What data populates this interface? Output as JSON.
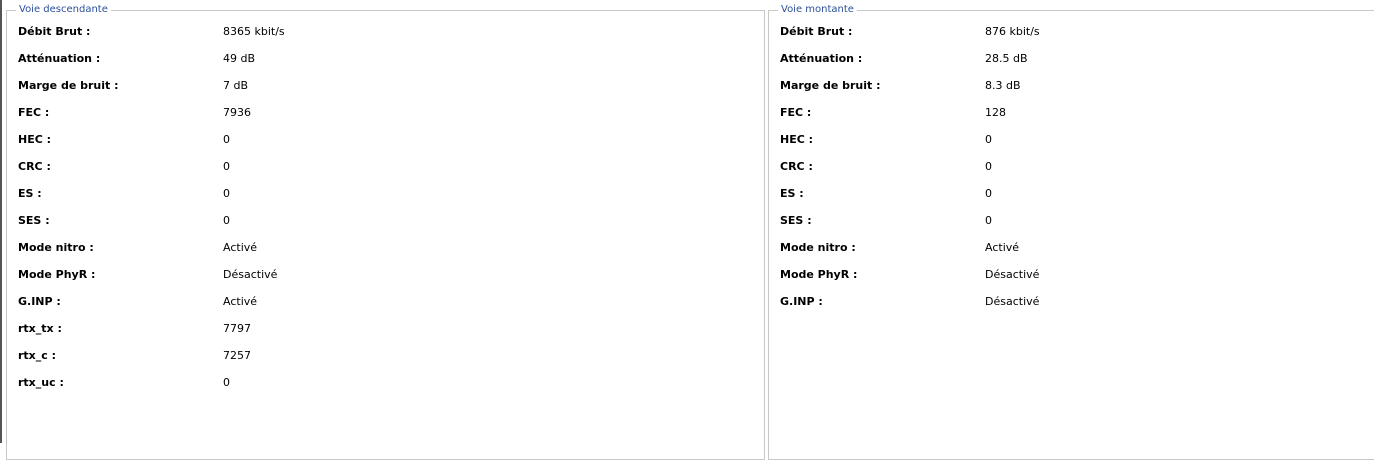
{
  "downstream": {
    "title": "Voie descendante",
    "rows": [
      {
        "label": "Débit Brut :",
        "value": "8365 kbit/s"
      },
      {
        "label": "Atténuation :",
        "value": "49 dB"
      },
      {
        "label": "Marge de bruit :",
        "value": "7 dB"
      },
      {
        "label": "FEC :",
        "value": "7936"
      },
      {
        "label": "HEC :",
        "value": "0"
      },
      {
        "label": "CRC :",
        "value": "0"
      },
      {
        "label": "ES :",
        "value": "0"
      },
      {
        "label": "SES :",
        "value": "0"
      },
      {
        "label": "Mode nitro :",
        "value": "Activé"
      },
      {
        "label": "Mode PhyR :",
        "value": "Désactivé"
      },
      {
        "label": "G.INP :",
        "value": "Activé"
      },
      {
        "label": "rtx_tx :",
        "value": "7797"
      },
      {
        "label": "rtx_c :",
        "value": "7257"
      },
      {
        "label": "rtx_uc :",
        "value": "0"
      }
    ]
  },
  "upstream": {
    "title": "Voie montante",
    "rows": [
      {
        "label": "Débit Brut :",
        "value": "876 kbit/s"
      },
      {
        "label": "Atténuation :",
        "value": "28.5 dB"
      },
      {
        "label": "Marge de bruit :",
        "value": "8.3 dB"
      },
      {
        "label": "FEC :",
        "value": "128"
      },
      {
        "label": "HEC :",
        "value": "0"
      },
      {
        "label": "CRC :",
        "value": "0"
      },
      {
        "label": "ES :",
        "value": "0"
      },
      {
        "label": "SES :",
        "value": "0"
      },
      {
        "label": "Mode nitro :",
        "value": "Activé"
      },
      {
        "label": "Mode PhyR :",
        "value": "Désactivé"
      },
      {
        "label": "G.INP :",
        "value": "Désactivé"
      }
    ]
  }
}
